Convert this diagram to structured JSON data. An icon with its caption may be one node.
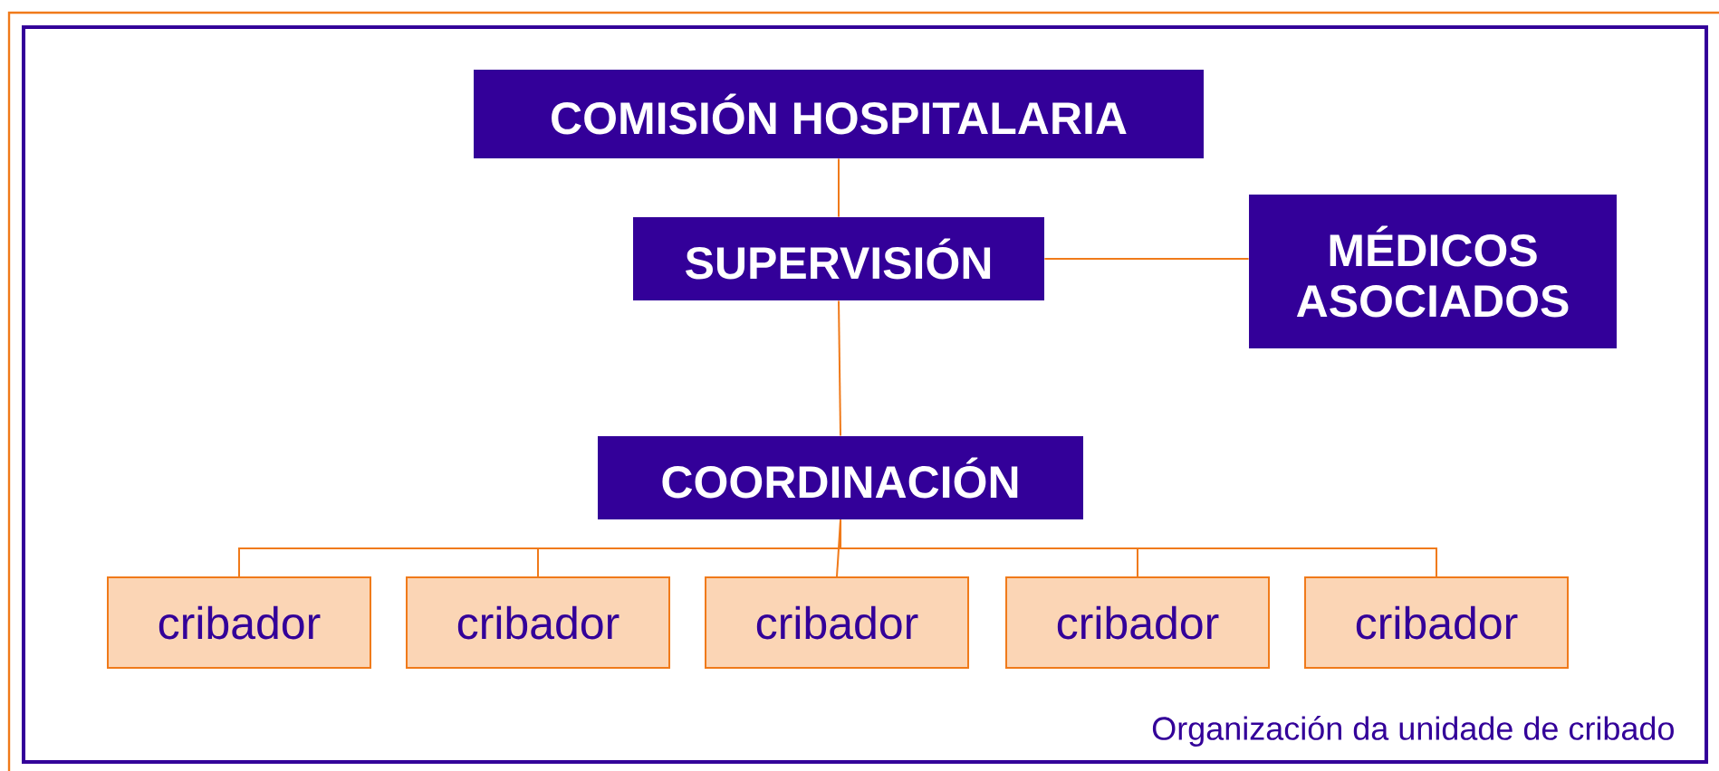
{
  "diagram": {
    "nodes": [
      {
        "text": [
          "COMISIÓN HOSPITALARIA"
        ]
      },
      {
        "text": [
          "SUPERVISIÓN"
        ]
      },
      {
        "text": [
          "MÉDICOS ASOCIADOS"
        ]
      },
      {
        "text": [
          "COORDINACIÓN"
        ]
      },
      {
        "text": [
          "cribador"
        ]
      },
      {
        "text": [
          "cribador"
        ]
      },
      {
        "text": [
          "cribador"
        ]
      },
      {
        "text": [
          "cribador"
        ]
      },
      {
        "text": [
          "cribador"
        ]
      }
    ],
    "edges": [
      {
        "from": 0,
        "to": 1,
        "arrow": "none"
      },
      {
        "from": 1,
        "to": 2,
        "arrow": "none"
      },
      {
        "from": 1,
        "to": 3,
        "arrow": "none"
      },
      {
        "from": 3,
        "to": 4,
        "arrow": "none"
      },
      {
        "from": 3,
        "to": 5,
        "arrow": "none"
      },
      {
        "from": 3,
        "to": 6,
        "arrow": "none"
      },
      {
        "from": 3,
        "to": 7,
        "arrow": "none"
      },
      {
        "from": 3,
        "to": 8,
        "arrow": "none"
      }
    ],
    "labels": [
      "Organización da unidade de cribado"
    ]
  }
}
